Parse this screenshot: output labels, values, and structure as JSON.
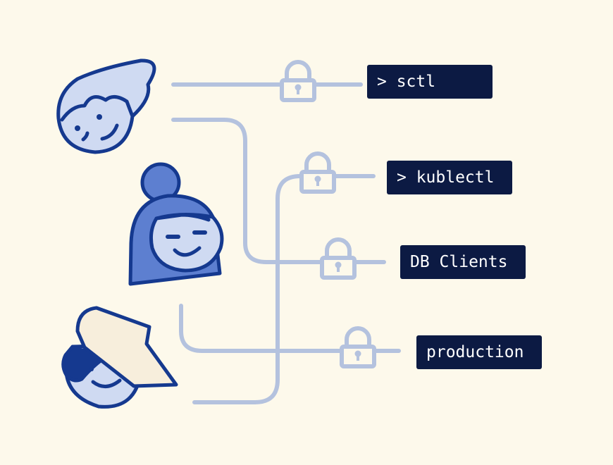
{
  "colors": {
    "background": "#fdf9eb",
    "line": "#b4c2de",
    "dark": "#0c1a43",
    "outline": "#15398f",
    "avatar_light": "#cfdaf2",
    "avatar_medium": "#5d7fd0",
    "hat": "#f7eedc"
  },
  "icons": [
    "person-1-icon",
    "person-2-icon",
    "person-3-icon",
    "lock-icon"
  ],
  "targets": [
    {
      "label": "> sctl"
    },
    {
      "label": "> kublectl"
    },
    {
      "label": "DB Clients"
    },
    {
      "label": "production"
    }
  ]
}
